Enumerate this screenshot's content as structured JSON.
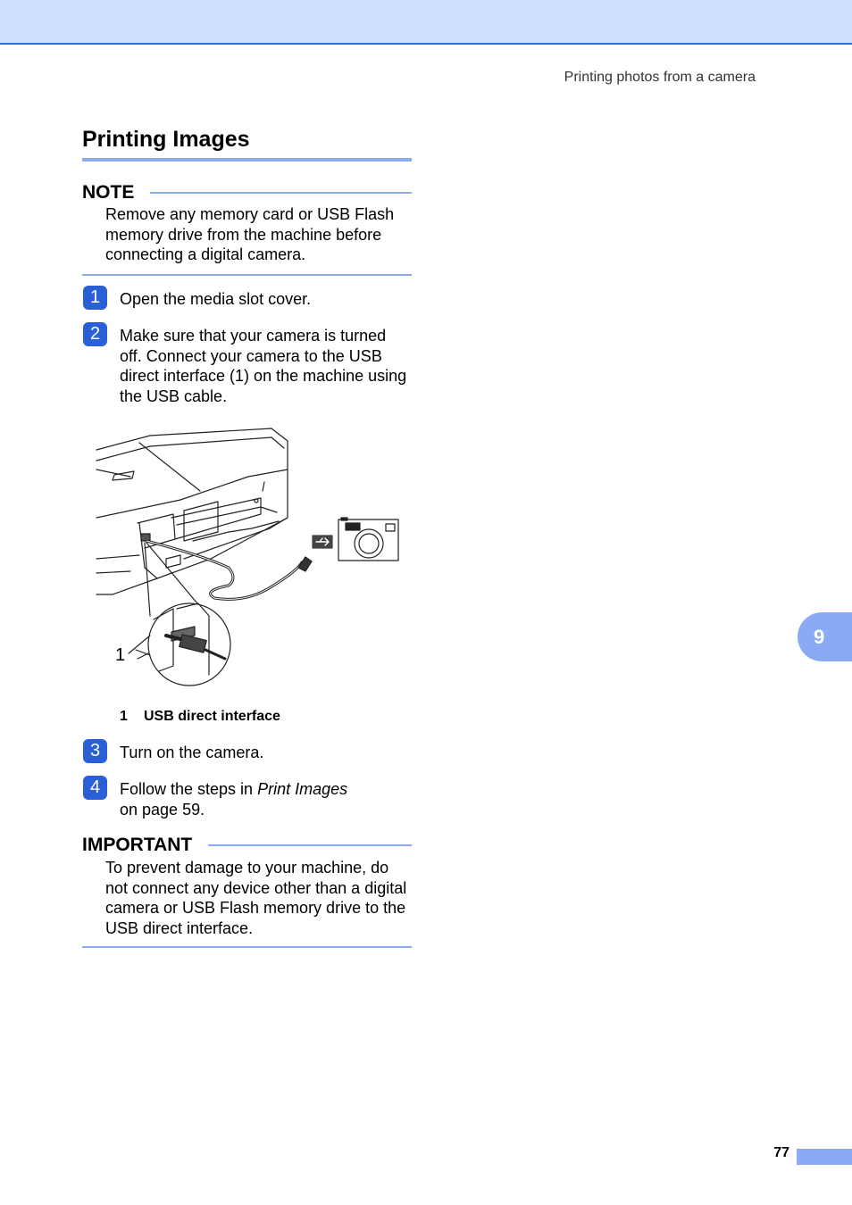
{
  "header": {
    "running_title": "Printing photos from a camera"
  },
  "section": {
    "title": "Printing Images"
  },
  "note": {
    "label": "NOTE",
    "lines": [
      "Remove any memory card or USB Flash",
      "memory drive from the machine before",
      "connecting a digital camera."
    ]
  },
  "steps": [
    {
      "number": "1",
      "lines": [
        "Open the media slot cover."
      ]
    },
    {
      "number": "2",
      "lines": [
        "Make sure that your camera is turned",
        "off. Connect your camera to the USB",
        "direct interface (1) on the machine using",
        "the USB cable."
      ]
    },
    {
      "number": "3",
      "lines": [
        "Turn on the camera."
      ]
    },
    {
      "number": "4",
      "line1_prefix": "Follow the steps in ",
      "line1_italic": "Print Images",
      "line2": "on page 59."
    }
  ],
  "figure": {
    "callout": "1"
  },
  "caption": {
    "number": "1",
    "text": "USB direct interface"
  },
  "important": {
    "label": "IMPORTANT",
    "lines": [
      "To prevent damage to your machine, do",
      "not connect any device other than a digital",
      "camera or USB Flash memory drive to the",
      "USB direct interface."
    ]
  },
  "sidebar": {
    "chapter": "9"
  },
  "footer": {
    "page_number": "77"
  },
  "colors": {
    "accent": "#8aaaf4",
    "band": "#cddffb",
    "badge": "#2a5fd8",
    "band_rule": "#2f6fd1"
  }
}
